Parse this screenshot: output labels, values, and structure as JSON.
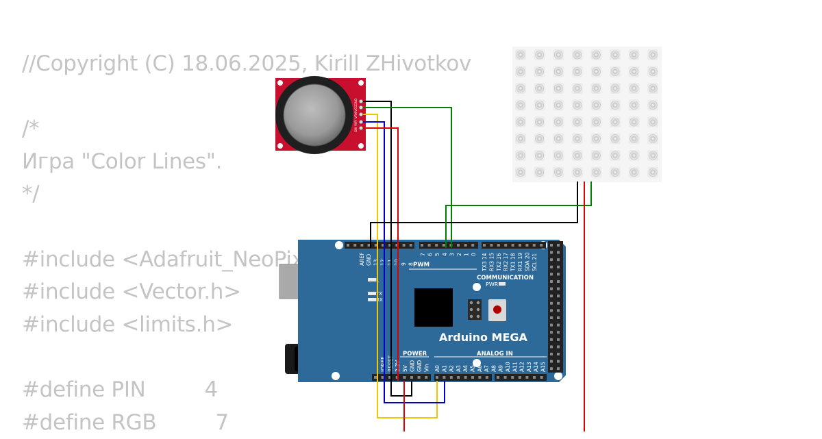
{
  "code_lines": [
    "//Copyright (C) 18.06.2025, Kirill ZHivotkov",
    "",
    "/*",
    "Игра \"Color Lines\".",
    "*/",
    "",
    "#include <Adafruit_NeoPixel.h>",
    "#include <Vector.h>",
    "#include <limits.h>",
    "",
    "#define PIN         4",
    "#define RGB         7"
  ],
  "board": {
    "name": "Arduino MEGA",
    "header_pwm": "PWM",
    "header_communication": "COMMUNICATION",
    "header_power": "POWER",
    "header_analog": "ANALOG IN",
    "led_pwr": "PWR",
    "led_l": "L",
    "led_tx": "TX",
    "led_rx": "RX",
    "top_pins_left": [
      "AREF",
      "GND",
      "13",
      "12",
      "11",
      "10",
      "9",
      "8"
    ],
    "top_pins_pwm": [
      "7",
      "6",
      "5",
      "4",
      "3",
      "2",
      "1",
      "0"
    ],
    "top_pins_comm": [
      "TX3 14",
      "RX3 15",
      "TX2 16",
      "RX2 17",
      "TX1 18",
      "RX1 19",
      "SDA 20",
      "SCL 21"
    ],
    "power_pins": [
      "IOREF",
      "RESET",
      "3.3V",
      "5V",
      "GND",
      "GND",
      "Vin"
    ],
    "analog_pins": [
      "A0",
      "A1",
      "A2",
      "A3",
      "A4",
      "A5",
      "A6",
      "A7",
      "A8",
      "A9",
      "A10",
      "A11",
      "A12",
      "A13",
      "A14",
      "A15"
    ]
  },
  "joystick_pins": [
    "GND",
    "VCC",
    "VRX",
    "VRY",
    "SW"
  ],
  "matrix": {
    "rows": 8,
    "cols": 8
  },
  "colors": {
    "board": "#2d6a9a",
    "breakout": "#c8102e",
    "wire_black": "#000000",
    "wire_green": "#008000",
    "wire_yellow": "#f2c500",
    "wire_blue": "#0000cc",
    "wire_red": "#dd0000",
    "code_text": "#c4c4c4"
  }
}
